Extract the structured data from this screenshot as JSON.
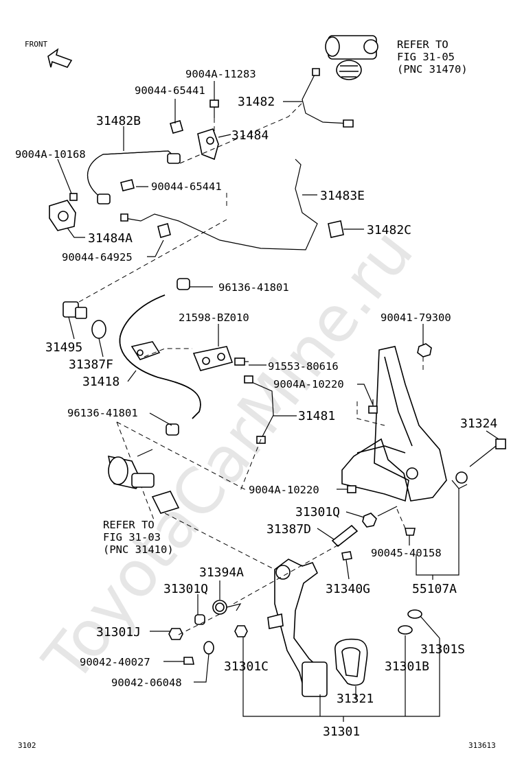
{
  "front_label": "FRONT",
  "refer_top": {
    "line1": "REFER TO",
    "line2": "FIG 31-05",
    "line3": "(PNC 31470)"
  },
  "refer_mid": {
    "line1": "REFER TO",
    "line2": "FIG 31-03",
    "line3": "(PNC 31410)"
  },
  "parts": {
    "p9004A_11283": "9004A-11283",
    "p90044_65441_a": "90044-65441",
    "p31482": "31482",
    "p31482B": "31482B",
    "p31484": "31484",
    "p9004A_10168": "9004A-10168",
    "p90044_65441_b": "90044-65441",
    "p31483E": "31483E",
    "p31482C": "31482C",
    "p31484A": "31484A",
    "p90044_64925": "90044-64925",
    "p96136_41801_a": "96136-41801",
    "p21598_BZ010": "21598-BZ010",
    "p90041_79300": "90041-79300",
    "p31495": "31495",
    "p91553_80616": "91553-80616",
    "p31387F": "31387F",
    "p31418": "31418",
    "p9004A_10220_a": "9004A-10220",
    "p96136_41801_b": "96136-41801",
    "p31481": "31481",
    "p31324": "31324",
    "p9004A_10220_b": "9004A-10220",
    "p31301Q_a": "31301Q",
    "p31387D": "31387D",
    "p90045_40158": "90045-40158",
    "p31394A": "31394A",
    "p31340G": "31340G",
    "p55107A": "55107A",
    "p31301Q_b": "31301Q",
    "p31301J": "31301J",
    "p31301S": "31301S",
    "p90042_40027": "90042-40027",
    "p31301C": "31301C",
    "p31301B": "31301B",
    "p90042_06048": "90042-06048",
    "p31321": "31321",
    "p31301": "31301"
  },
  "footer": {
    "left": "3102",
    "right": "313613"
  },
  "watermark": "ToyotaCarMine.ru"
}
